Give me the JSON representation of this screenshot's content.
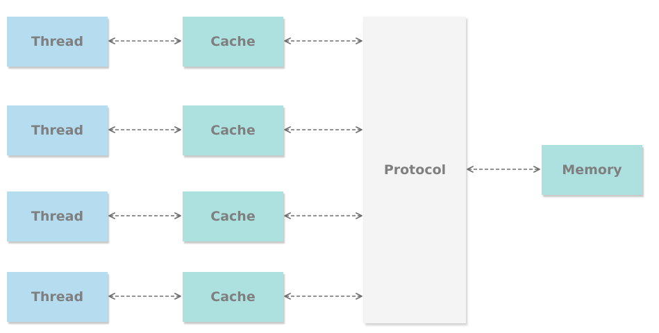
{
  "diagram": {
    "rows": [
      {
        "thread_label": "Thread",
        "cache_label": "Cache"
      },
      {
        "thread_label": "Thread",
        "cache_label": "Cache"
      },
      {
        "thread_label": "Thread",
        "cache_label": "Cache"
      },
      {
        "thread_label": "Thread",
        "cache_label": "Cache"
      }
    ],
    "protocol_label": "Protocol",
    "memory_label": "Memory",
    "colors": {
      "thread_fill": "#b5dcef",
      "cache_fill": "#ace1e0",
      "memory_fill": "#ace1e0",
      "protocol_fill": "#f4f4f4",
      "text": "#7f7f7f",
      "arrow": "#6e6e6e"
    },
    "connector_style": "dashed bidirectional arrow"
  }
}
